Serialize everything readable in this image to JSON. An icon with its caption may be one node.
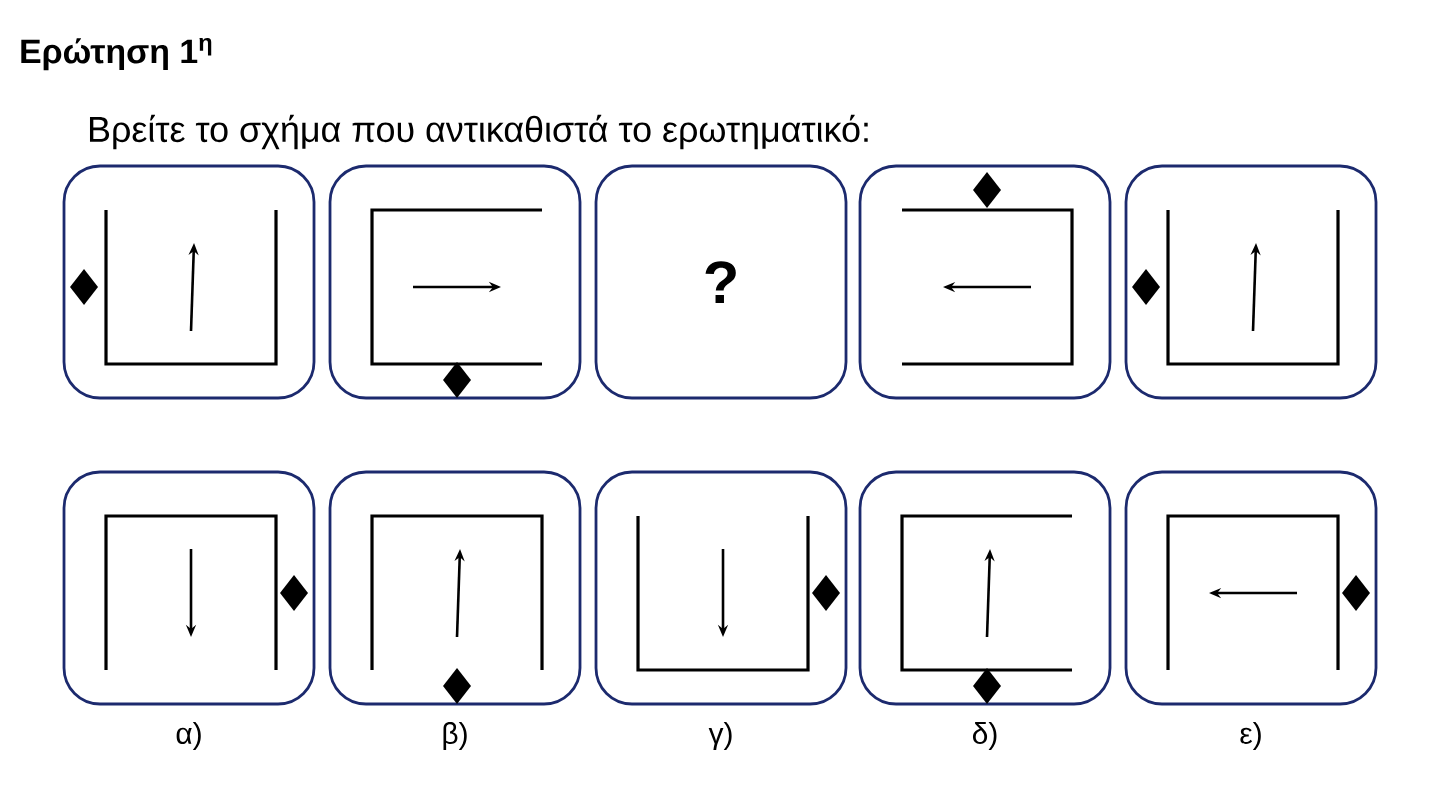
{
  "diagram": {
    "title": "Ερώτηση 1$^{η}$",
    "nodes": [
      {
        "text": [],
        "shape": "picture"
      },
      {
        "text": [],
        "shape": "picture"
      },
      {
        "text": [
          "?"
        ]
      },
      {
        "text": [],
        "shape": "picture"
      },
      {
        "text": [],
        "shape": "picture"
      },
      {
        "text": [],
        "shape": "picture",
        "beside": [
          "α)"
        ]
      },
      {
        "text": [],
        "shape": "picture",
        "beside": [
          "β)"
        ]
      },
      {
        "text": [],
        "shape": "picture",
        "beside": [
          "γ)"
        ]
      },
      {
        "text": [],
        "shape": "picture",
        "beside": [
          "δ)"
        ]
      },
      {
        "text": [],
        "shape": "picture",
        "beside": [
          "ε)"
        ]
      }
    ],
    "labels": [
      "Βρείτε το σχήμα που αντικαθιστά το ερωτηματικό:"
    ]
  }
}
